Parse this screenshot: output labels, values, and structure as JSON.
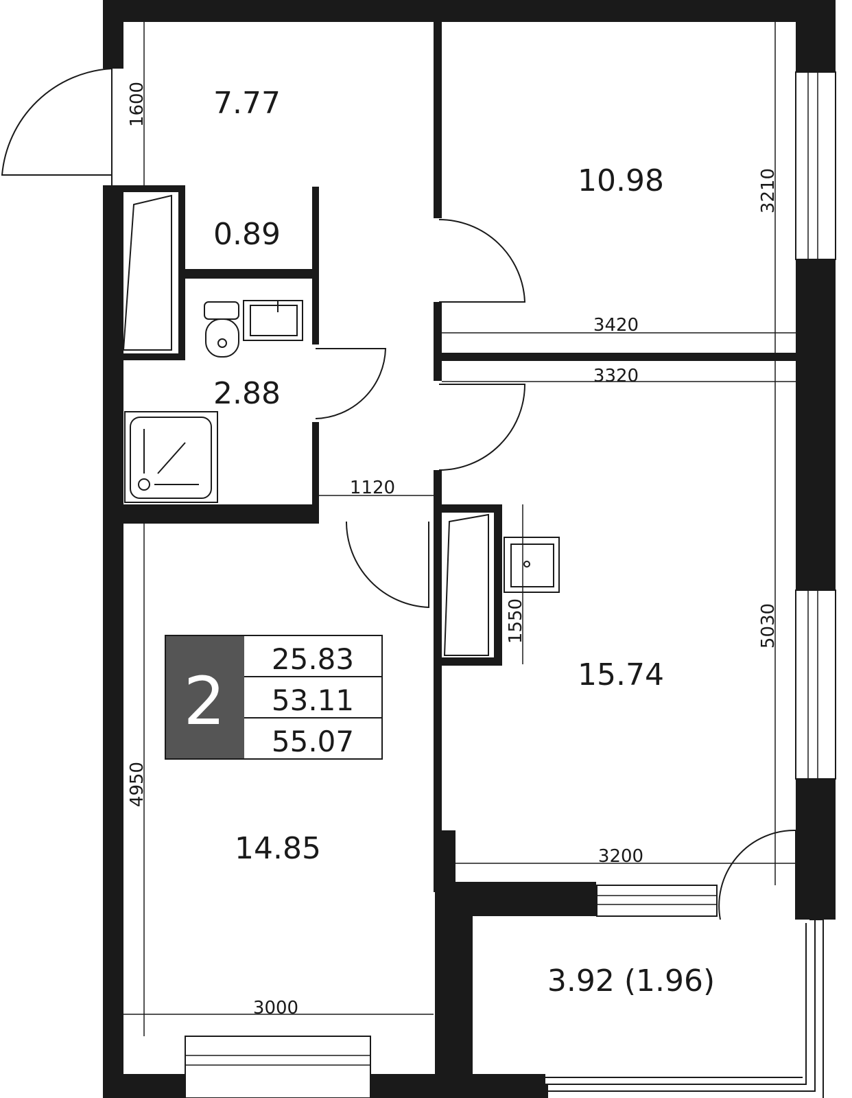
{
  "rooms": {
    "hall": "7.77",
    "bedroom": "10.98",
    "closet": "0.89",
    "bathroom": "2.88",
    "living_room": "15.74",
    "kitchen": "14.85",
    "balcony": "3.92 (1.96)"
  },
  "dimensions": {
    "hall_width": "1600",
    "bedroom_depth": "3210",
    "bedroom_width": "3420",
    "living_width_top": "3320",
    "corridor_width": "1120",
    "niche_depth": "1550",
    "living_depth": "5030",
    "kitchen_depth": "4950",
    "living_width_bottom": "3200",
    "kitchen_width": "3000"
  },
  "summary": {
    "room_count": "2",
    "living_area": "25.83",
    "total_area": "53.11",
    "total_with_balcony": "55.07"
  },
  "colors": {
    "wall": "#1a1a1a",
    "badge": "#555555",
    "background": "#ffffff"
  }
}
